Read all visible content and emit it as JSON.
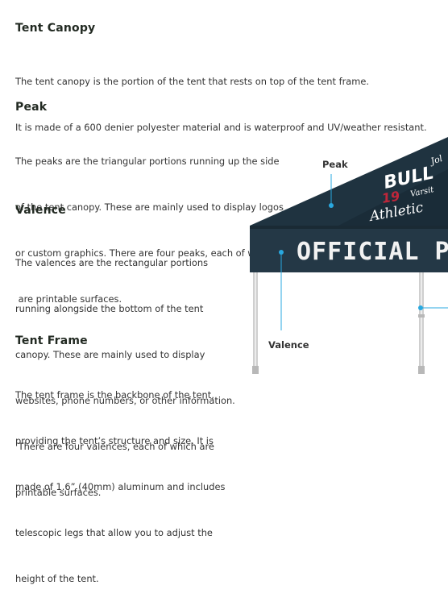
{
  "sections": [
    {
      "title": "Tent Canopy",
      "lines": [
        "The tent canopy is the portion of the tent that rests on top of the tent frame.",
        "It is made of a 600 denier polyester material and is waterproof and UV/weather resistant."
      ]
    },
    {
      "title": "Peak",
      "lines": [
        "The peaks are the triangular portions running up the side",
        "of the tent canopy. These are mainly used to display logos",
        "or custom graphics. There are four peaks, each of which",
        " are printable surfaces."
      ]
    },
    {
      "title": "Valence",
      "lines": [
        "The valences are the rectangular portions",
        "running alongside the bottom of the tent",
        "canopy. These are mainly used to display",
        "websites, phone numbers, or other information.",
        " There are four valences, each of which are",
        "printable surfaces."
      ]
    },
    {
      "title": "Tent Frame",
      "lines": [
        "The tent frame is the backbone of the tent,",
        "providing the tent’s structure and size. It is",
        "made of 1.6” (40mm) aluminum and includes",
        "telescopic legs that allow you to adjust the",
        "height of the tent."
      ]
    }
  ],
  "illustration": {
    "callout_peak": "Peak",
    "callout_valence": "Valence",
    "valence_text": "OFFICIAL P",
    "peak_text_1": "BULL",
    "peak_text_2": "19",
    "peak_text_3": "Athletic",
    "peak_text_4": "Varsit",
    "peak_text_5": "Jol",
    "colors": {
      "canopy": "#1f3340",
      "callout_line": "#29a9e0",
      "accent_red": "#c0263a",
      "frame": "#c8c8c8"
    }
  }
}
